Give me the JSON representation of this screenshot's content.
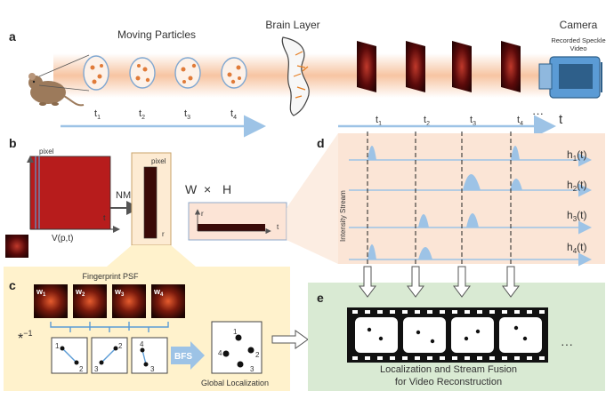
{
  "panels": {
    "a": "a",
    "b": "b",
    "c": "c",
    "d": "d",
    "e": "e"
  },
  "panel_a": {
    "moving_particles": "Moving Particles",
    "brain_layer": "Brain Layer",
    "camera": "Camera",
    "recorded_line1": "Recorded Speckle",
    "recorded_line2": "Video",
    "time_labels": [
      "t",
      "t",
      "t",
      "t"
    ],
    "time_subs": [
      "1",
      "2",
      "3",
      "4"
    ],
    "ellipsis": "···",
    "time_axis": "t"
  },
  "panel_b": {
    "pixel": "pixel",
    "t": "t",
    "v_label": "V(p,t)",
    "nmf": "NMF",
    "w_pixel": "pixel",
    "w_r": "r",
    "wh_w": "W",
    "wh_x": "×",
    "wh_h": "H",
    "h_r": "r",
    "h_t": "t"
  },
  "panel_c": {
    "fingerprint": "Fingerprint PSF",
    "w_letter": "w",
    "w_subs": [
      "1",
      "2",
      "3",
      "4"
    ],
    "conv": "*",
    "conv_sup": "−1",
    "bfs": "BFS",
    "global": "Global Localization",
    "small_nums": [
      [
        "1",
        "2"
      ],
      [
        "2",
        "3"
      ],
      [
        "4",
        "3"
      ]
    ],
    "global_nums": [
      "1",
      "4",
      "2",
      "3"
    ]
  },
  "panel_d": {
    "intensity": "Intensity Stream",
    "h_letter": "h",
    "h_subs": [
      "1",
      "2",
      "3",
      "4"
    ],
    "h_suffix": "(t)"
  },
  "panel_e": {
    "caption_line1": "Localization and Stream Fusion",
    "caption_line2": "for Video Reconstruction",
    "ellipsis": "···"
  },
  "colors": {
    "arrow_blue": "#9dc3e6",
    "beam": "#f4b183",
    "panel_b_bg": "#fce4d6",
    "panel_c_bg": "#fff2cc",
    "panel_d_bg": "#fbe5d6",
    "panel_e_bg": "#d9ead3",
    "speckle_red": "#c00000"
  }
}
